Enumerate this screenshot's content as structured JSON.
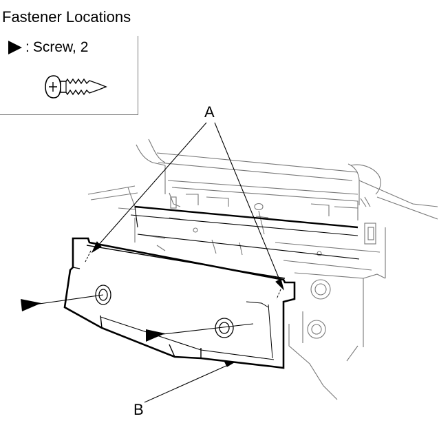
{
  "header": {
    "title": "Fastener Locations"
  },
  "legend": {
    "marker_icon": "filled-triangle-pointer-icon",
    "separator": ":",
    "item_text": "Screw, 2",
    "symbol_icon": "pan-head-screw-icon"
  },
  "callouts": {
    "a": "A",
    "b": "B"
  }
}
